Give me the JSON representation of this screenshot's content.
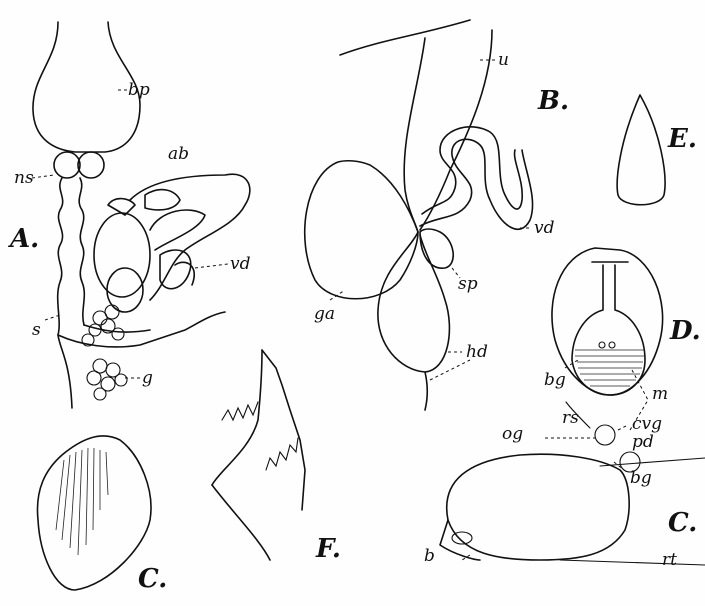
{
  "figure_labels": {
    "A": "A.",
    "B": "B.",
    "C_lower": "C.",
    "C_right": "C.",
    "D": "D.",
    "E": "E.",
    "F": "F."
  },
  "annotations": {
    "bp": "bp",
    "ns": "ns",
    "ab": "ab",
    "vd_A": "vd",
    "s": "s",
    "g": "g",
    "u": "u",
    "vd_B": "vd",
    "sp": "sp",
    "ga": "ga",
    "hd": "hd",
    "bg_D": "bg",
    "m": "m",
    "rs": "rs",
    "og": "og",
    "cvg": "cvg",
    "pd": "pd",
    "bg_C": "bg",
    "b": "b",
    "rt": "rt"
  },
  "colors": {
    "ink": "#111111",
    "paper": "#fefefe"
  }
}
